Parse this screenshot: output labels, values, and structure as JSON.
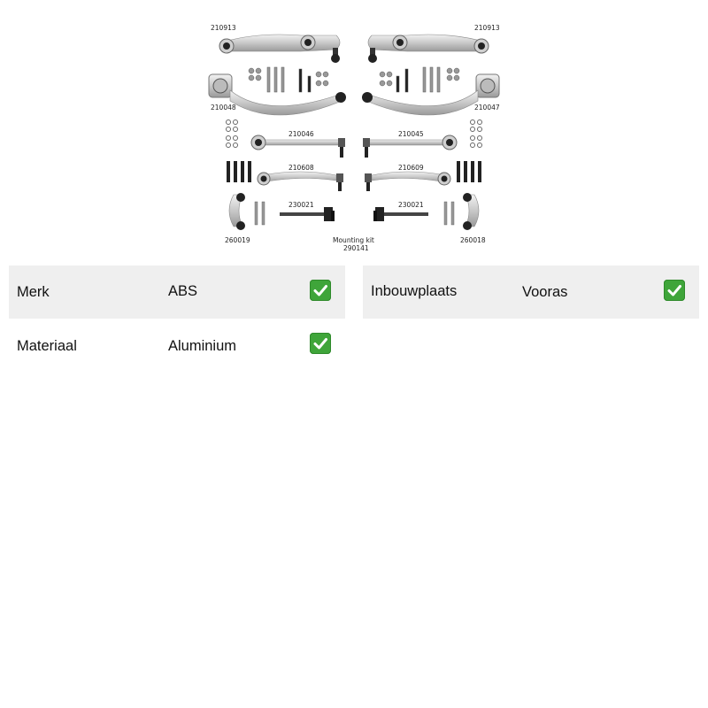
{
  "product_image": {
    "parts": [
      {
        "id": "210913-left",
        "label": "210913"
      },
      {
        "id": "210913-right",
        "label": "210913"
      },
      {
        "id": "210048",
        "label": "210048"
      },
      {
        "id": "210047",
        "label": "210047"
      },
      {
        "id": "210046",
        "label": "210046"
      },
      {
        "id": "210045",
        "label": "210045"
      },
      {
        "id": "210608",
        "label": "210608"
      },
      {
        "id": "210609",
        "label": "210609"
      },
      {
        "id": "230021-left",
        "label": "230021"
      },
      {
        "id": "230021-right",
        "label": "230021"
      },
      {
        "id": "260019",
        "label": "260019"
      },
      {
        "id": "260018",
        "label": "260018"
      }
    ],
    "mounting_kit_title": "Mounting kit",
    "mounting_kit_number": "290141"
  },
  "specs": [
    {
      "key": "Merk",
      "value": "ABS",
      "checked": true
    },
    {
      "key": "Inbouwplaats",
      "value": "Vooras",
      "checked": true
    },
    {
      "key": "Materiaal",
      "value": "Aluminium",
      "checked": true
    }
  ],
  "colors": {
    "row_shade": "#efefef",
    "check_green": "#3fa53a"
  },
  "icons": {
    "check": "check-mark-icon"
  }
}
